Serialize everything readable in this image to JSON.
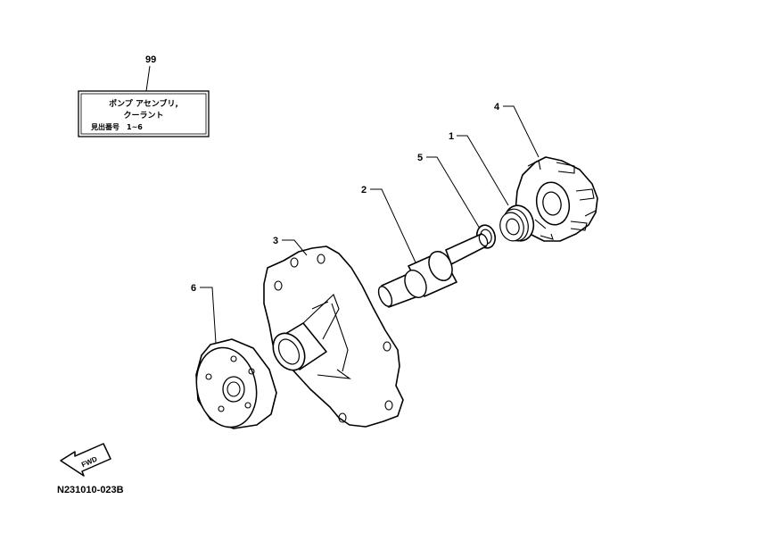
{
  "callouts": {
    "kit": "99",
    "p1": "1",
    "p2": "2",
    "p3": "3",
    "p4": "4",
    "p5": "5",
    "p6": "6"
  },
  "kit_box": {
    "line1": "ポンプ アセンブリ,",
    "line2": "クーラント",
    "line3": "見出番号　1~6"
  },
  "fwd_arrow": {
    "label": "FWD",
    "icon": "fwd-arrow-icon"
  },
  "diagram_code": "N231010-023B"
}
